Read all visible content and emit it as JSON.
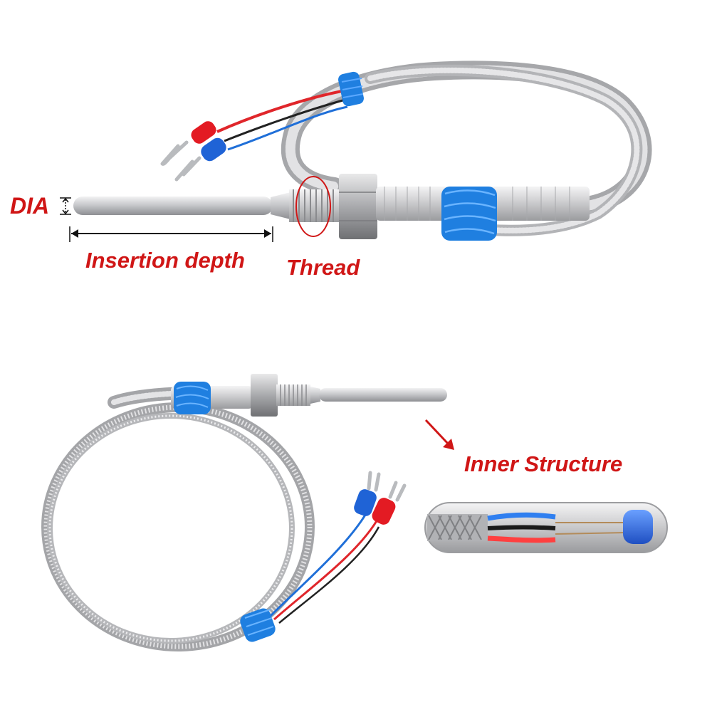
{
  "labels": {
    "dia": "DIA",
    "insertion_depth": "Insertion depth",
    "thread": "Thread",
    "inner_structure": "Inner Structure"
  },
  "colors": {
    "label_red": "#d01616",
    "steel": "#c9c9cb",
    "steel_dark": "#8e8f93",
    "tape_blue": "#1f7fe0",
    "wire_red": "#e0262b",
    "wire_blue": "#1f6fd8",
    "terminal_red": "#e31b23",
    "terminal_blue": "#1f63d6"
  },
  "icons": [
    "fork-terminal-icon",
    "dimension-arrow-icon",
    "red-arrow-icon",
    "thread-highlight-circle-icon"
  ]
}
